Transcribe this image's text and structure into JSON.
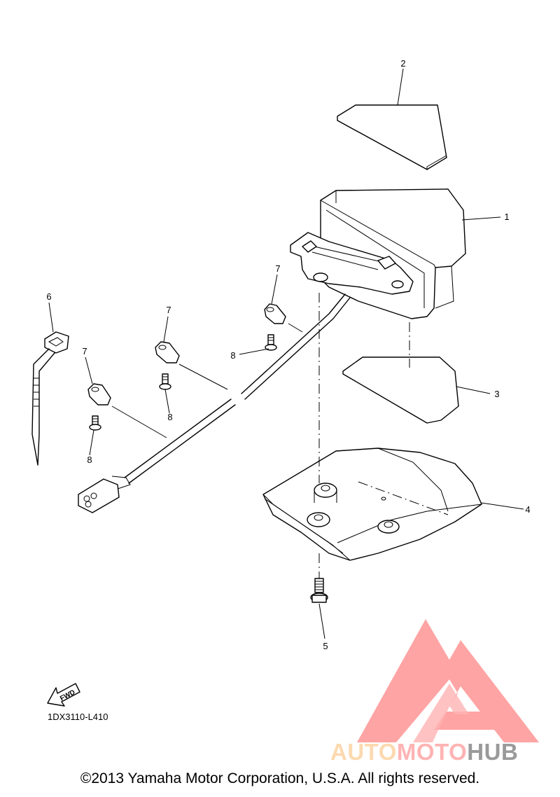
{
  "callouts": {
    "c1": "1",
    "c2": "2",
    "c3": "3",
    "c4": "4",
    "c5": "5",
    "c6": "6",
    "c7a": "7",
    "c7b": "7",
    "c7c": "7",
    "c8a": "8",
    "c8b": "8",
    "c8c": "8"
  },
  "fwd_label": "FWD",
  "diagram_code": "1DX3110-L410",
  "copyright": "©2013 Yamaha Motor Corporation, U.S.A. All rights reserved.",
  "watermark": {
    "part_a": "AUTO",
    "part_b": "MOTO",
    "part_c": "HUB"
  },
  "colors": {
    "watermark_red": "#ff9a9a",
    "watermark_orange": "#fcd9b0",
    "watermark_gray": "#9a9a9a"
  }
}
